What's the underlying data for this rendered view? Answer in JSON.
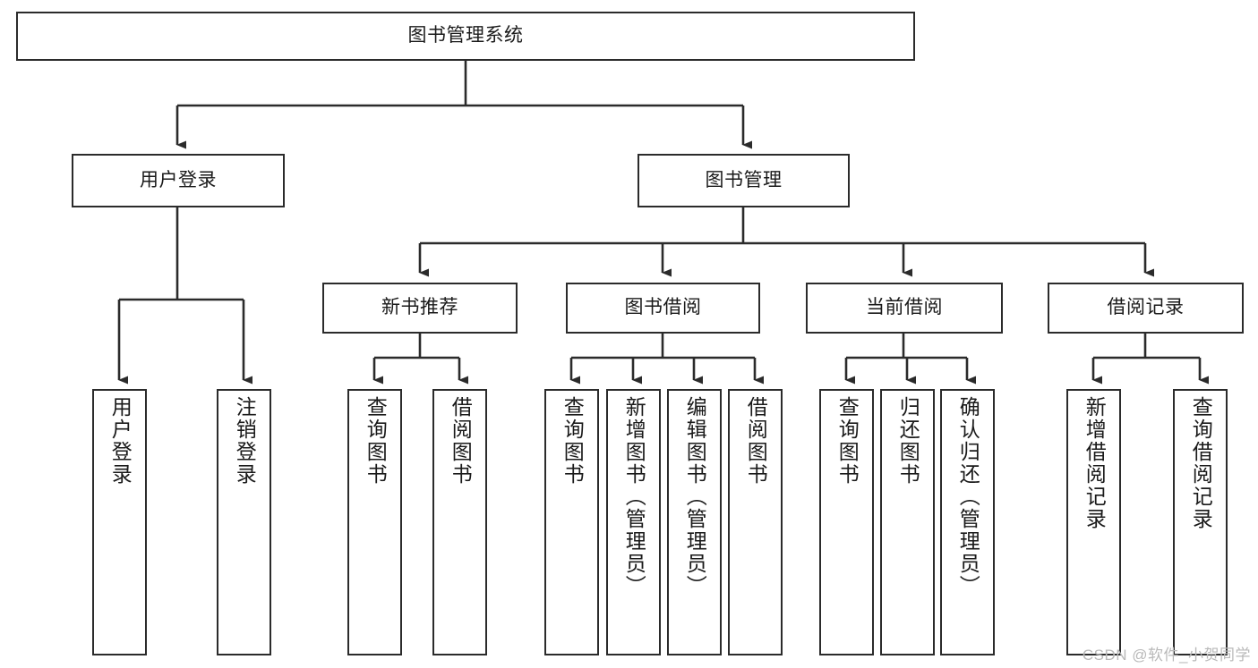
{
  "diagram": {
    "title": "图书管理系统",
    "type": "hierarchy-tree",
    "orientation": "top-down",
    "colors": {
      "background": "#ffffff",
      "box_border": "#2b2b2b",
      "box_fill": "#ffffff",
      "connector": "#2b2b2b",
      "text": "#1a1a1a",
      "watermark": "#b9b9b9"
    },
    "levels": [
      {
        "level": 0,
        "nodes": [
          {
            "id": "root",
            "label": "图书管理系统",
            "orientation": "horizontal"
          }
        ]
      },
      {
        "level": 1,
        "nodes": [
          {
            "id": "user-login",
            "label": "用户登录",
            "orientation": "horizontal",
            "parent": "root"
          },
          {
            "id": "book-manage",
            "label": "图书管理",
            "orientation": "horizontal",
            "parent": "root"
          }
        ]
      },
      {
        "level": 2,
        "nodes": [
          {
            "id": "new-book-rec",
            "label": "新书推荐",
            "orientation": "horizontal",
            "parent": "book-manage"
          },
          {
            "id": "book-borrow",
            "label": "图书借阅",
            "orientation": "horizontal",
            "parent": "book-manage"
          },
          {
            "id": "current-borrow",
            "label": "当前借阅",
            "orientation": "horizontal",
            "parent": "book-manage"
          },
          {
            "id": "borrow-record",
            "label": "借阅记录",
            "orientation": "horizontal",
            "parent": "book-manage"
          }
        ]
      },
      {
        "level": 3,
        "nodes": [
          {
            "id": "leaf-user-login",
            "label": "用户登录",
            "orientation": "vertical",
            "parent": "user-login"
          },
          {
            "id": "leaf-user-logout",
            "label": "注销登录",
            "orientation": "vertical",
            "parent": "user-login"
          },
          {
            "id": "leaf-query-book-1",
            "label": "查询图书",
            "orientation": "vertical",
            "parent": "new-book-rec"
          },
          {
            "id": "leaf-borrow-book-1",
            "label": "借阅图书",
            "orientation": "vertical",
            "parent": "new-book-rec"
          },
          {
            "id": "leaf-query-book-2",
            "label": "查询图书",
            "orientation": "vertical",
            "parent": "book-borrow"
          },
          {
            "id": "leaf-add-book",
            "label": "新增图书（管理员）",
            "orientation": "vertical",
            "parent": "book-borrow"
          },
          {
            "id": "leaf-edit-book",
            "label": "编辑图书（管理员）",
            "orientation": "vertical",
            "parent": "book-borrow"
          },
          {
            "id": "leaf-borrow-book-2",
            "label": "借阅图书",
            "orientation": "vertical",
            "parent": "book-borrow"
          },
          {
            "id": "leaf-query-book-3",
            "label": "查询图书",
            "orientation": "vertical",
            "parent": "current-borrow"
          },
          {
            "id": "leaf-return-book",
            "label": "归还图书",
            "orientation": "vertical",
            "parent": "current-borrow"
          },
          {
            "id": "leaf-confirm-return",
            "label": "确认归还（管理员）",
            "orientation": "vertical",
            "parent": "current-borrow"
          },
          {
            "id": "leaf-add-record",
            "label": "新增借阅记录",
            "orientation": "vertical",
            "parent": "borrow-record"
          },
          {
            "id": "leaf-query-record",
            "label": "查询借阅记录",
            "orientation": "vertical",
            "parent": "borrow-record"
          }
        ]
      }
    ]
  },
  "watermark": {
    "text": "CSDN @软件_小贺同学"
  }
}
